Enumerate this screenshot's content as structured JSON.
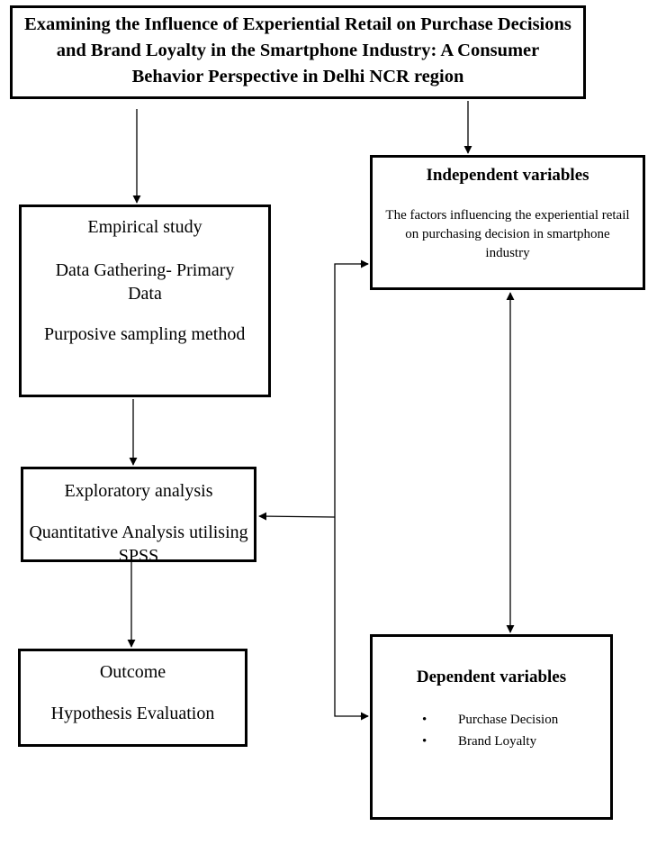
{
  "title": "Examining the Influence of Experiential Retail on Purchase Decisions and Brand Loyalty in the Smartphone Industry: A Consumer Behavior Perspective in Delhi NCR region",
  "empirical": {
    "heading": "Empirical study",
    "line1": "Data Gathering- Primary Data",
    "line2": "Purposive sampling method"
  },
  "exploratory": {
    "heading": "Exploratory analysis",
    "line1": "Quantitative Analysis utilising SPSS"
  },
  "outcome": {
    "heading": "Outcome",
    "line1": "Hypothesis Evaluation"
  },
  "independent": {
    "heading": "Independent variables",
    "description": "The factors influencing the experiential retail on purchasing decision in smartphone industry"
  },
  "dependent": {
    "heading": "Dependent variables",
    "items": [
      "Purchase Decision",
      "Brand Loyalty"
    ]
  }
}
